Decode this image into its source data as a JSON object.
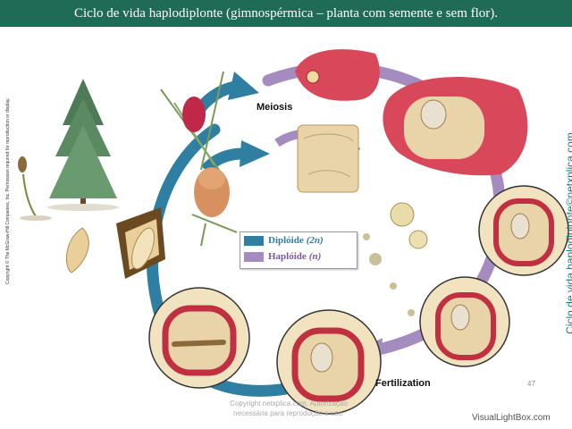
{
  "title": "Ciclo de vida haplodiplonte (gimnospérmica – planta com semente e sem flor).",
  "colors": {
    "title_bar": "#1f6b55",
    "diploid": "#2f7fa3",
    "haploid": "#a48cc0",
    "pink_tissue": "#d9485a",
    "tan_tissue": "#e9d3a8"
  },
  "labels": {
    "meiosis": "Meiosis",
    "fertilization": "Fertilization"
  },
  "legend": {
    "diploid_label": "Diplóide",
    "diploid_ploidy": "(2n)",
    "haploid_label": "Haplóide",
    "haploid_ploidy": "(n)"
  },
  "side_copyright": "Copyright © The McGraw-Hill Companies, Inc. Permission required for reproduction or display.",
  "side_credit": "Ciclo de vida haplodiplonte©netxplica.com",
  "footer_copyright_line1": "Copyright netxplica.com. Autorização",
  "footer_copyright_line2": "necessária para reprodução e uso.",
  "page_number": "47",
  "watermark": "VisualLightBox.com",
  "icons": [
    "seedling-icon",
    "pine-tree-icon",
    "winged-seed-icon",
    "seed-coat-icon",
    "pollen-cone-icon",
    "seed-cone-icon",
    "sporangium-icon",
    "pollen-grain-icon",
    "ovule-icon",
    "cycle-arrow-icon"
  ]
}
